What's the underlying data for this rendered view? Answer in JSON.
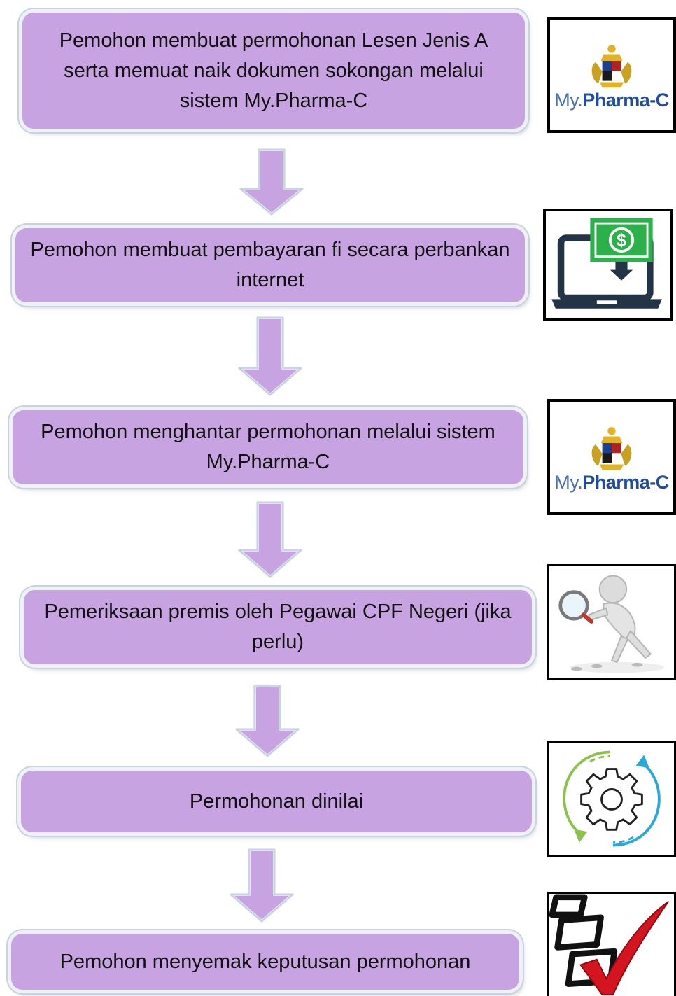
{
  "steps": [
    {
      "id": "apply",
      "text": "Pemohon membuat permohonan Lesen Jenis A serta memuat naik dokumen sokongan melalui sistem My.Pharma-C",
      "icon": "mypharma-logo-icon"
    },
    {
      "id": "payment",
      "text": "Pemohon membuat pembayaran fi secara perbankan internet",
      "icon": "laptop-payment-icon"
    },
    {
      "id": "submit",
      "text": "Pemohon menghantar permohonan melalui sistem My.Pharma-C",
      "icon": "mypharma-logo-icon"
    },
    {
      "id": "inspection",
      "text": "Pemeriksaan premis oleh Pegawai CPF Negeri (jika perlu)",
      "icon": "magnifier-person-icon"
    },
    {
      "id": "evaluation",
      "text": "Permohonan dinilai",
      "icon": "gear-cycle-icon"
    },
    {
      "id": "result",
      "text": "Pemohon menyemak keputusan permohonan",
      "icon": "checklist-icon"
    }
  ],
  "logo": {
    "prefix": "My.",
    "name": "Pharma-C"
  },
  "colors": {
    "step_fill": "#c8a3e2",
    "arrow_fill": "#c8a3e2",
    "payment_green": "#2bb04a",
    "brand_blue": "#1f4c9c"
  }
}
